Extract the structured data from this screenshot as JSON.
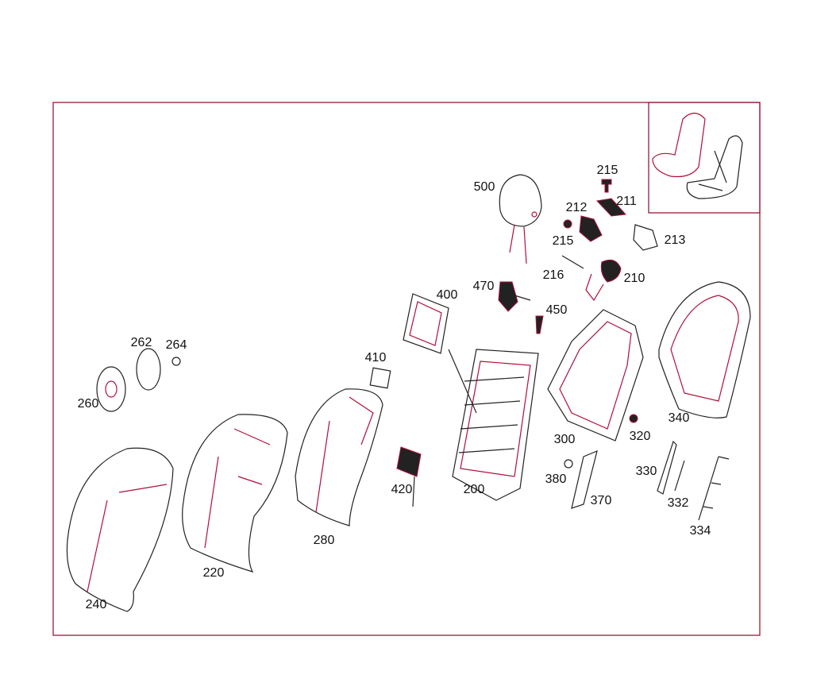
{
  "diagram": {
    "frame_color": "#8b0a2a",
    "line_colors": [
      "#b0103a",
      "#222222"
    ],
    "callouts": [
      {
        "id": "c215a",
        "text": "215"
      },
      {
        "id": "c211",
        "text": "211"
      },
      {
        "id": "c500",
        "text": "500"
      },
      {
        "id": "c212",
        "text": "212"
      },
      {
        "id": "c215b",
        "text": "215"
      },
      {
        "id": "c213",
        "text": "213"
      },
      {
        "id": "c216",
        "text": "216"
      },
      {
        "id": "c210",
        "text": "210"
      },
      {
        "id": "c470",
        "text": "470"
      },
      {
        "id": "c400",
        "text": "400"
      },
      {
        "id": "c450",
        "text": "450"
      },
      {
        "id": "c410",
        "text": "410"
      },
      {
        "id": "c262",
        "text": "262"
      },
      {
        "id": "c264",
        "text": "264"
      },
      {
        "id": "c260",
        "text": "260"
      },
      {
        "id": "c340",
        "text": "340"
      },
      {
        "id": "c300",
        "text": "300"
      },
      {
        "id": "c320",
        "text": "320"
      },
      {
        "id": "c200",
        "text": "200"
      },
      {
        "id": "c420",
        "text": "420"
      },
      {
        "id": "c380",
        "text": "380"
      },
      {
        "id": "c370",
        "text": "370"
      },
      {
        "id": "c330",
        "text": "330"
      },
      {
        "id": "c332",
        "text": "332"
      },
      {
        "id": "c334",
        "text": "334"
      },
      {
        "id": "c280",
        "text": "280"
      },
      {
        "id": "c220",
        "text": "220"
      },
      {
        "id": "c240",
        "text": "240"
      }
    ]
  }
}
